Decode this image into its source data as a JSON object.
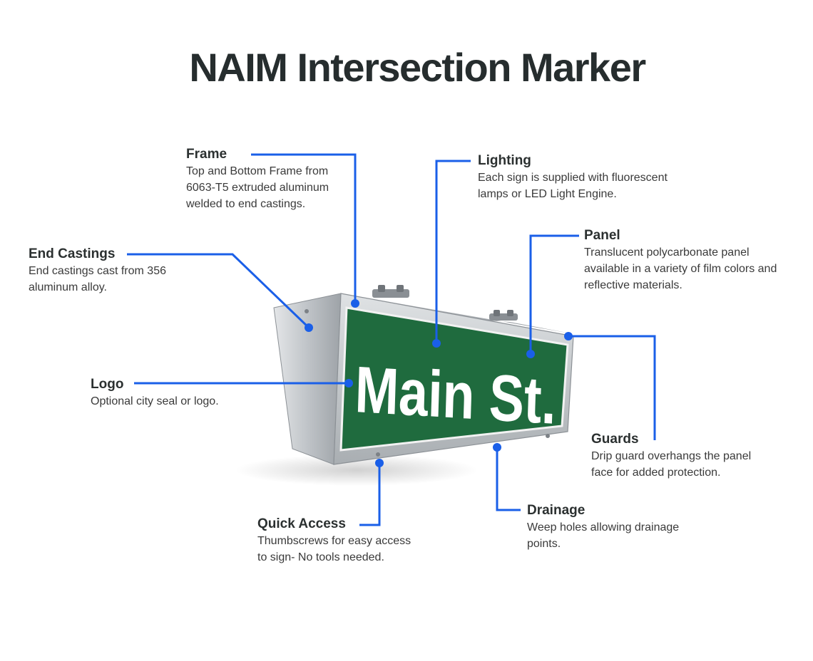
{
  "title": "NAIM Intersection Marker",
  "sign_text": "Main St.",
  "colors": {
    "accent_line": "#1a5fe8",
    "panel_green": "#1f6b3e",
    "title_text": "#262d2e"
  },
  "callouts": {
    "frame": {
      "title": "Frame",
      "desc": [
        "Top and Bottom Frame from",
        "6063-T5 extruded aluminum",
        "welded to end castings."
      ]
    },
    "lighting": {
      "title": "Lighting",
      "desc": [
        "Each sign is supplied with fluorescent",
        "lamps or LED Light Engine."
      ]
    },
    "panel": {
      "title": "Panel",
      "desc": [
        "Translucent polycarbonate panel",
        "available in a variety of film colors and",
        "reflective materials."
      ]
    },
    "end_castings": {
      "title": "End Castings",
      "desc": [
        "End castings cast from 356",
        "aluminum alloy."
      ]
    },
    "logo": {
      "title": "Logo",
      "desc": [
        "Optional city seal or logo."
      ]
    },
    "guards": {
      "title": "Guards",
      "desc": [
        "Drip guard overhangs the panel",
        "face for added protection."
      ]
    },
    "quick_access": {
      "title": "Quick Access",
      "desc": [
        "Thumbscrews for easy access",
        "to sign- No tools needed."
      ]
    },
    "drainage": {
      "title": "Drainage",
      "desc": [
        "Weep holes allowing drainage",
        "points."
      ]
    }
  }
}
